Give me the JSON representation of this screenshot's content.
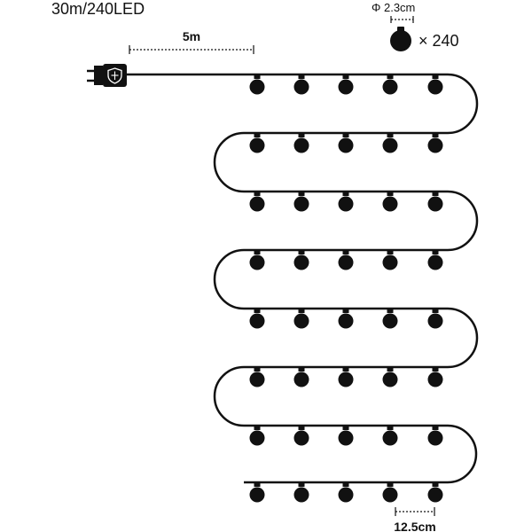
{
  "title": "30m/240LED",
  "dimensions": {
    "cable_length": "5m",
    "bulb_diameter": "Φ 2.3cm",
    "bulb_count": "× 240",
    "bulb_spacing": "12.5cm"
  },
  "colors": {
    "ink": "#111111",
    "plug_icon": "#ffffff"
  },
  "icons": {
    "plug": "power-plug-icon",
    "shield": "shield-icon",
    "bulb": "globe-bulb-icon"
  }
}
